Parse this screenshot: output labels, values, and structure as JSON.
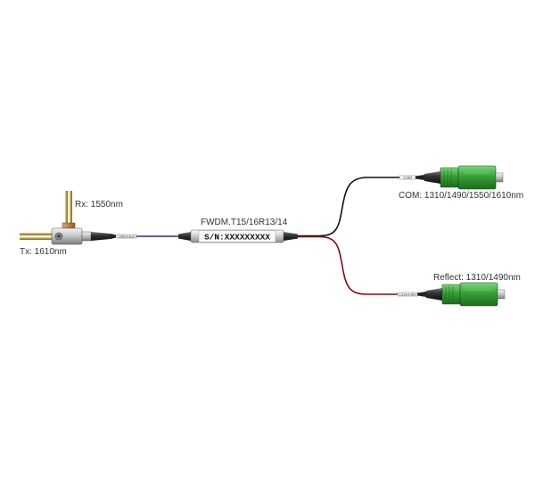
{
  "labels": {
    "rx": "Rx: 1550nm",
    "tx": "Tx: 1610nm",
    "device": "FWDM.T15/16R13/14",
    "serial": "S/N:XXXXXXXXX",
    "com": "COM: 1310/1490/1550/1610nm",
    "reflect": "Reflect: 1310/1490nm"
  },
  "tags": {
    "pigtail": "1550/1610",
    "com": "COM",
    "reflect": "1310/1490"
  },
  "colors": {
    "blue_fiber": "#2e2a8a",
    "black_fiber": "#111111",
    "red_fiber": "#7a1010",
    "sc_apc_green": "#3aa83a",
    "gold_pin": "#c9b24a"
  },
  "icons": [
    "osa-module-icon",
    "fwdm-tube-icon",
    "sc-apc-connector-icon"
  ]
}
